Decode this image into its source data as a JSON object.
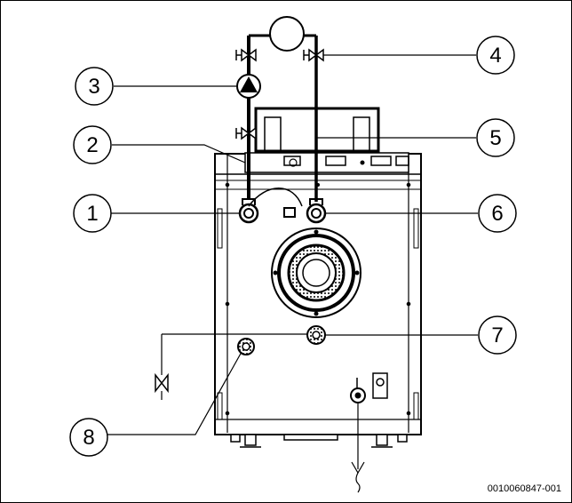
{
  "callouts": [
    {
      "number": "1"
    },
    {
      "number": "2"
    },
    {
      "number": "3"
    },
    {
      "number": "4"
    },
    {
      "number": "5"
    },
    {
      "number": "6"
    },
    {
      "number": "7"
    },
    {
      "number": "8"
    }
  ],
  "figure_id": "0010060847-001"
}
